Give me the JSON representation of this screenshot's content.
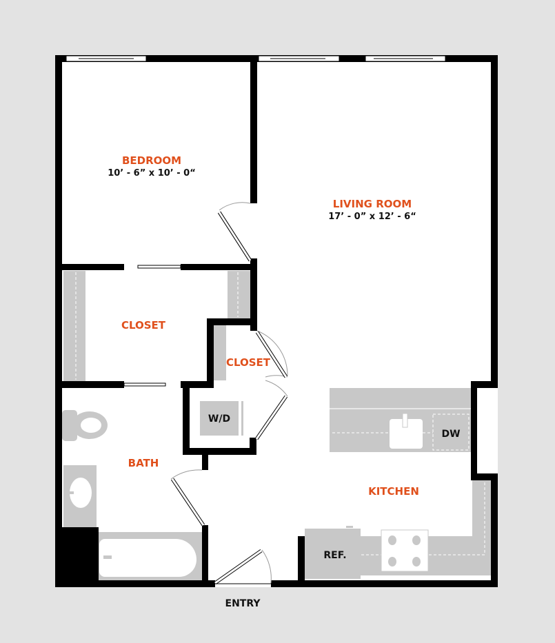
{
  "rooms": {
    "bedroom": {
      "name": "BEDROOM",
      "dimensions": "10’ - 6” x 10’ - 0“"
    },
    "living_room": {
      "name": "LIVING ROOM",
      "dimensions": "17’ - 0” x 12’ - 6“"
    },
    "closet_1": {
      "name": "CLOSET"
    },
    "closet_2": {
      "name": "CLOSET"
    },
    "bath": {
      "name": "BATH"
    },
    "kitchen": {
      "name": "KITCHEN"
    }
  },
  "appliances": {
    "washer_dryer": "W/D",
    "dishwasher": "DW",
    "refrigerator": "REF."
  },
  "entry": "ENTRY",
  "colors": {
    "label": "#e0501c",
    "wall": "#000000",
    "fixture": "#c8c8c8",
    "background": "#e3e3e3"
  }
}
